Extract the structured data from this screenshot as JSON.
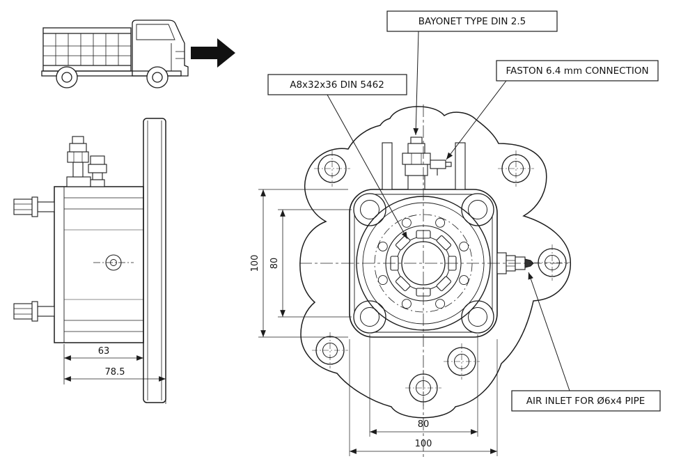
{
  "drawing": {
    "callouts": {
      "bayonet": "BAYONET TYPE DIN 2.5",
      "faston": "FASTON 6.4 mm  CONNECTION",
      "spline": "A8x32x36 DIN 5462",
      "air_inlet": "AIR INLET FOR Ø6x4 PIPE"
    },
    "side_view": {
      "dim_body_width": "63",
      "dim_total_width": "78.5"
    },
    "front_view": {
      "dim_height_outer": "100",
      "dim_height_bolts": "80",
      "dim_width_bolts": "80",
      "dim_width_outer": "100"
    },
    "colors": {
      "line": "#1c1c1c",
      "background": "#ffffff"
    }
  }
}
